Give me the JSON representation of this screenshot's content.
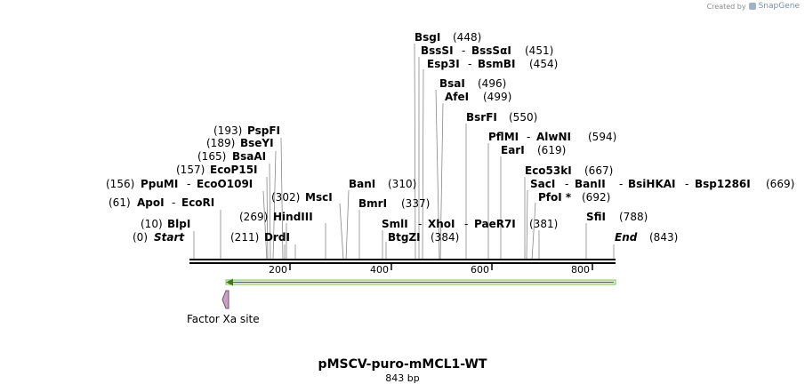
{
  "credit": {
    "prefix": "Created by",
    "brand": "SnapGene"
  },
  "title": "pMSCV-puro-mMCL1-WT",
  "length_label": "843 bp",
  "axis_ticks": [
    "200",
    "400",
    "600",
    "800"
  ],
  "feature": {
    "name": "Factor Xa site",
    "color": "#c9a0c0",
    "arrow_color": "#7cc24a"
  },
  "sites": [
    {
      "name": "Start",
      "pos": "(0)",
      "pos_left": true,
      "italic": true
    },
    {
      "name": "BlpI",
      "pos": "(10)",
      "pos_left": true
    },
    {
      "name": "ApoI",
      "name2": "EcoRI",
      "pos": "(61)",
      "pos_left": true
    },
    {
      "name": "PpuMI",
      "name2": "EcoO109I",
      "pos": "(156)",
      "pos_left": true
    },
    {
      "name": "EcoP15I",
      "pos": "(157)",
      "pos_left": true
    },
    {
      "name": "BsaAI",
      "pos": "(165)",
      "pos_left": true
    },
    {
      "name": "BseYI",
      "pos": "(189)",
      "pos_left": true
    },
    {
      "name": "PspFI",
      "pos": "(193)",
      "pos_left": true
    },
    {
      "name": "DrdI",
      "pos": "(211)",
      "pos_left": true
    },
    {
      "name": "HindIII",
      "pos": "(269)",
      "pos_left": true
    },
    {
      "name": "MscI",
      "pos": "(302)",
      "pos_left": true
    },
    {
      "name": "BanI",
      "pos": "(310)"
    },
    {
      "name": "BmrI",
      "pos": "(337)"
    },
    {
      "name": "SmlI",
      "name2": "XhoI",
      "name3": "PaeR7I",
      "pos": "(381)"
    },
    {
      "name": "BtgZI",
      "pos": "(384)"
    },
    {
      "name": "BsgI",
      "pos": "(448)"
    },
    {
      "name": "BssSI",
      "name2": "BssSαI",
      "pos": "(451)"
    },
    {
      "name": "Esp3I",
      "name2": "BsmBI",
      "pos": "(454)"
    },
    {
      "name": "BsaI",
      "pos": "(496)"
    },
    {
      "name": "AfeI",
      "pos": "(499)"
    },
    {
      "name": "BsrFI",
      "pos": "(550)"
    },
    {
      "name": "PflMI",
      "name2": "AlwNI",
      "pos": "(594)"
    },
    {
      "name": "EarI",
      "pos": "(619)"
    },
    {
      "name": "Eco53kI",
      "pos": "(667)"
    },
    {
      "name": "SacI",
      "name2": "BanII",
      "name3": "BsiHKAI",
      "name4": "Bsp1286I",
      "pos": "(669)"
    },
    {
      "name": "PfoI *",
      "pos": "(692)"
    },
    {
      "name": "SfiI",
      "pos": "(788)"
    },
    {
      "name": "End",
      "pos": "(843)",
      "italic": true
    }
  ]
}
